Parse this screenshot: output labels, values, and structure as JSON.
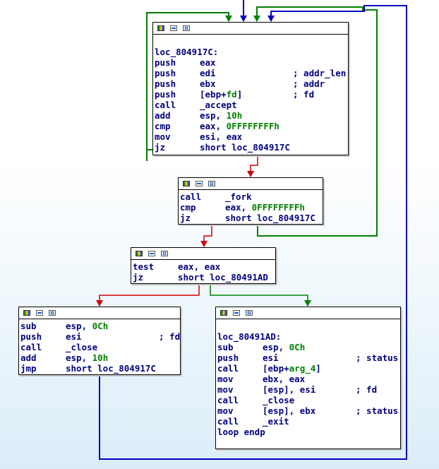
{
  "blocks": [
    {
      "id": "b1",
      "lines": [
        {
          "kind": "blank"
        },
        {
          "kind": "label",
          "text": "loc_804917C:"
        },
        {
          "mn": "push",
          "op": "eax"
        },
        {
          "mn": "push",
          "op": "edi",
          "cm": "; addr_len"
        },
        {
          "mn": "push",
          "op": "ebx",
          "cm": "; addr"
        },
        {
          "mn": "push",
          "op": "[ebp+",
          "op_var": "fd",
          "op_tail": "]",
          "cm": "; fd"
        },
        {
          "mn": "call",
          "op": "_accept"
        },
        {
          "mn": "add",
          "op": "esp, ",
          "op_hex": "10h"
        },
        {
          "mn": "cmp",
          "op": "eax, ",
          "op_hex": "0FFFFFFFFh"
        },
        {
          "mn": "mov",
          "op": "esi, eax"
        },
        {
          "mn": "jz",
          "op": "short loc_804917C"
        }
      ]
    },
    {
      "id": "b2",
      "lines": [
        {
          "mn": "call",
          "op": "_fork"
        },
        {
          "mn": "cmp",
          "op": "eax, ",
          "op_hex": "0FFFFFFFFh"
        },
        {
          "mn": "jz",
          "op": "short loc_804917C"
        }
      ]
    },
    {
      "id": "b3",
      "lines": [
        {
          "mn": "test",
          "op": "eax, eax"
        },
        {
          "mn": "jz",
          "op": "short loc_80491AD"
        }
      ]
    },
    {
      "id": "b4",
      "lines": [
        {
          "mn": "sub",
          "op": "esp, ",
          "op_hex": "0Ch"
        },
        {
          "mn": "push",
          "op": "esi",
          "cm": "; fd"
        },
        {
          "mn": "call",
          "op": "_close"
        },
        {
          "mn": "add",
          "op": "esp, ",
          "op_hex": "10h"
        },
        {
          "mn": "jmp",
          "op": "short loc_804917C"
        }
      ]
    },
    {
      "id": "b5",
      "lines": [
        {
          "kind": "blank"
        },
        {
          "kind": "label",
          "text": "loc_80491AD:"
        },
        {
          "mn": "sub",
          "op": "esp, ",
          "op_hex": "0Ch"
        },
        {
          "mn": "push",
          "op": "esi",
          "cm": "; status"
        },
        {
          "mn": "call",
          "op": "[ebp+",
          "op_var": "arg_4",
          "op_tail": "]"
        },
        {
          "mn": "mov",
          "op": "ebx, eax"
        },
        {
          "mn": "mov",
          "op": "[esp], esi",
          "cm": "; fd"
        },
        {
          "mn": "call",
          "op": "_close"
        },
        {
          "mn": "mov",
          "op": "[esp], ebx",
          "cm": "; status"
        },
        {
          "mn": "call",
          "op": "_exit"
        },
        {
          "kind": "label",
          "text": "loop endp"
        }
      ]
    }
  ],
  "colors": {
    "edge_true": "#008000",
    "edge_false": "#d00000",
    "edge_uncond": "#0000c0",
    "text": "#000080",
    "immediate": "#008000"
  }
}
